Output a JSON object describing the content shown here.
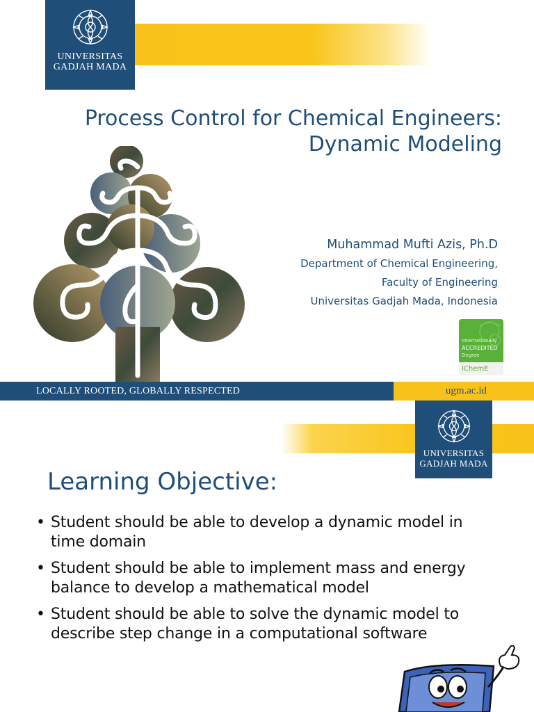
{
  "colors": {
    "navy": "#1f4e79",
    "gold": "#f9c21a",
    "accreditation_green": "#59b13a"
  },
  "slide1": {
    "logo": {
      "line1": "UNIVERSITAS",
      "line2": "GADJAH MADA",
      "emblem": "ugm-seal-icon"
    },
    "title_line1": "Process Control for Chemical Engineers:",
    "title_line2": "Dynamic Modeling",
    "author": {
      "name": "Muhammad Mufti Azis, Ph.D",
      "dept1": "Department of Chemical Engineering,",
      "dept2": "Faculty of Engineering",
      "dept3": "Universitas Gadjah Mada, Indonesia"
    },
    "accreditation": {
      "line1": "Internationally",
      "line2": "ACCREDITED",
      "line3": "Degree",
      "org": "IChemE"
    },
    "tagline": "LOCALLY ROOTED, GLOBALLY RESPECTED",
    "website": "ugm.ac.id",
    "tree_image": "photo-collage-tree-icon"
  },
  "slide2": {
    "logo": {
      "line1": "UNIVERSITAS",
      "line2": "GADJAH MADA",
      "emblem": "ugm-seal-icon"
    },
    "heading": "Learning Objective:",
    "bullet_symbol": "•",
    "bullets": [
      {
        "line1": "Student should be able to develop a dynamic model in",
        "line2": "time domain"
      },
      {
        "line1": "Student should be able to implement mass and energy",
        "line2": "balance to develop a mathematical model"
      },
      {
        "line1": "Student should be able to solve the dynamic model to",
        "line2": "describe step change in a computational software"
      }
    ],
    "mascot": "computer-mascot-icon"
  }
}
